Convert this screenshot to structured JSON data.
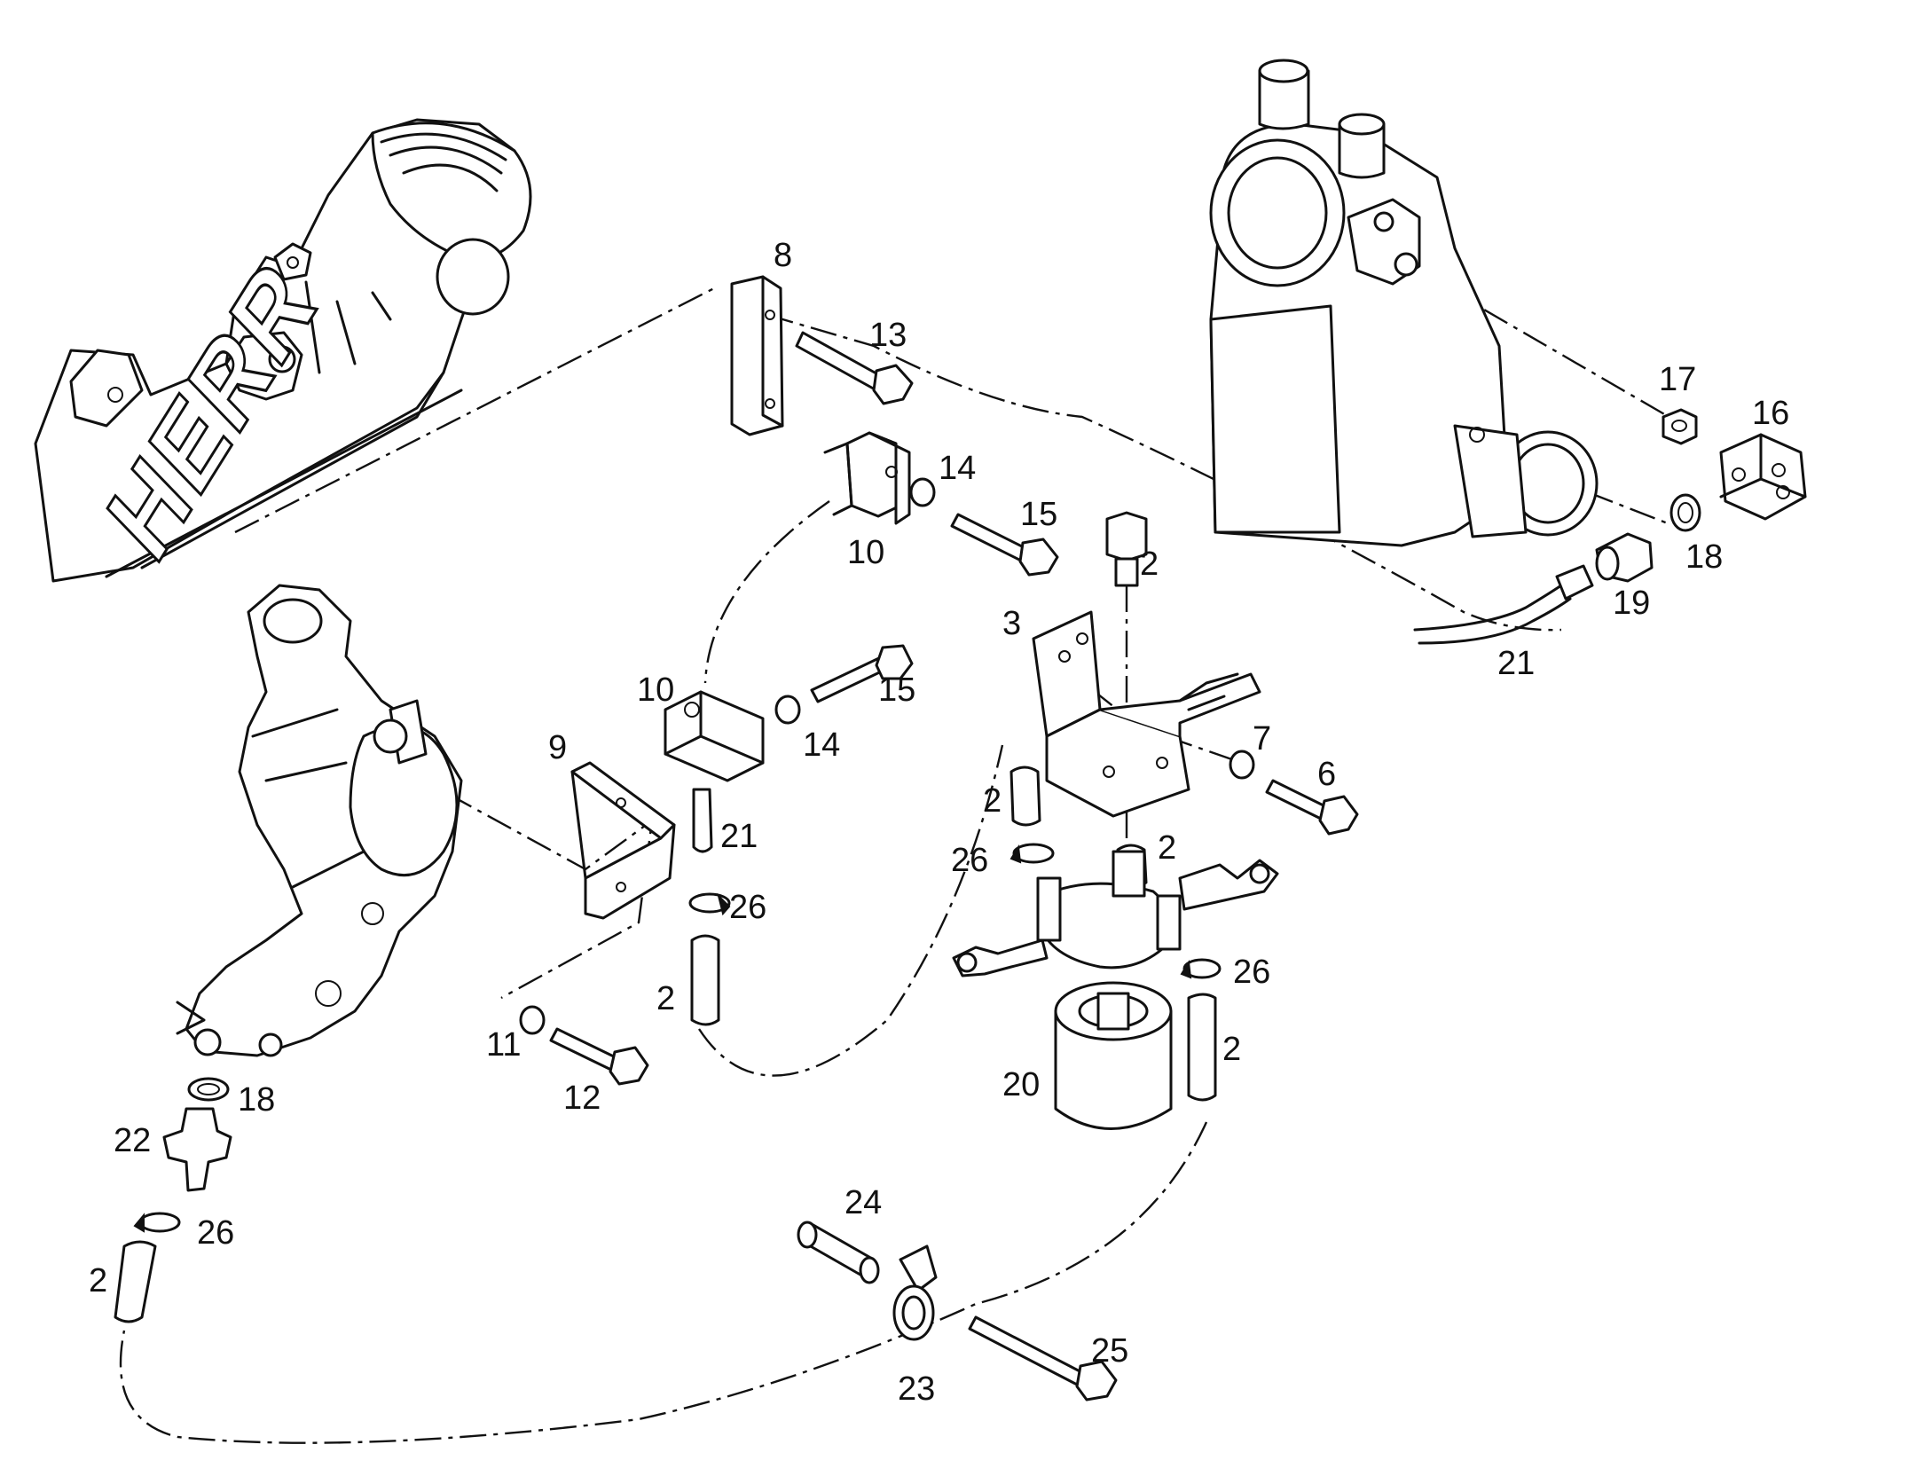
{
  "diagram": {
    "brand_text": "HERR",
    "callouts": [
      "2",
      "2",
      "2",
      "2",
      "2",
      "2",
      "3",
      "6",
      "7",
      "8",
      "9",
      "10",
      "10",
      "11",
      "12",
      "13",
      "14",
      "14",
      "15",
      "15",
      "16",
      "17",
      "18",
      "18",
      "19",
      "20",
      "21",
      "21",
      "22",
      "23",
      "24",
      "25",
      "26",
      "26",
      "26",
      "26"
    ]
  }
}
